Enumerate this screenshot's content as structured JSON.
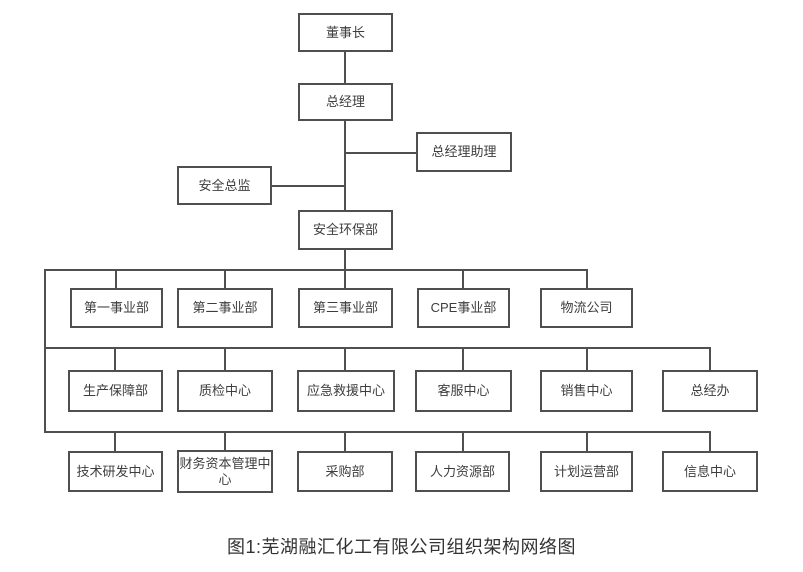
{
  "diagram": {
    "caption": "图1:芜湖融汇化工有限公司组织架构网络图",
    "line_color": "#4f4f4f",
    "nodes": {
      "chairman": "董事长",
      "general_manager": "总经理",
      "gm_assistant": "总经理助理",
      "safety_director": "安全总监",
      "safety_env_dept": "安全环保部",
      "row1": [
        "第一事业部",
        "第二事业部",
        "第三事业部",
        "CPE事业部",
        "物流公司"
      ],
      "row2": [
        "生产保障部",
        "质检中心",
        "应急救援中心",
        "客服中心",
        "销售中心",
        "总经办"
      ],
      "row3": [
        "技术研发中心",
        "财务资本管理中心",
        "采购部",
        "人力资源部",
        "计划运营部",
        "信息中心"
      ]
    }
  }
}
